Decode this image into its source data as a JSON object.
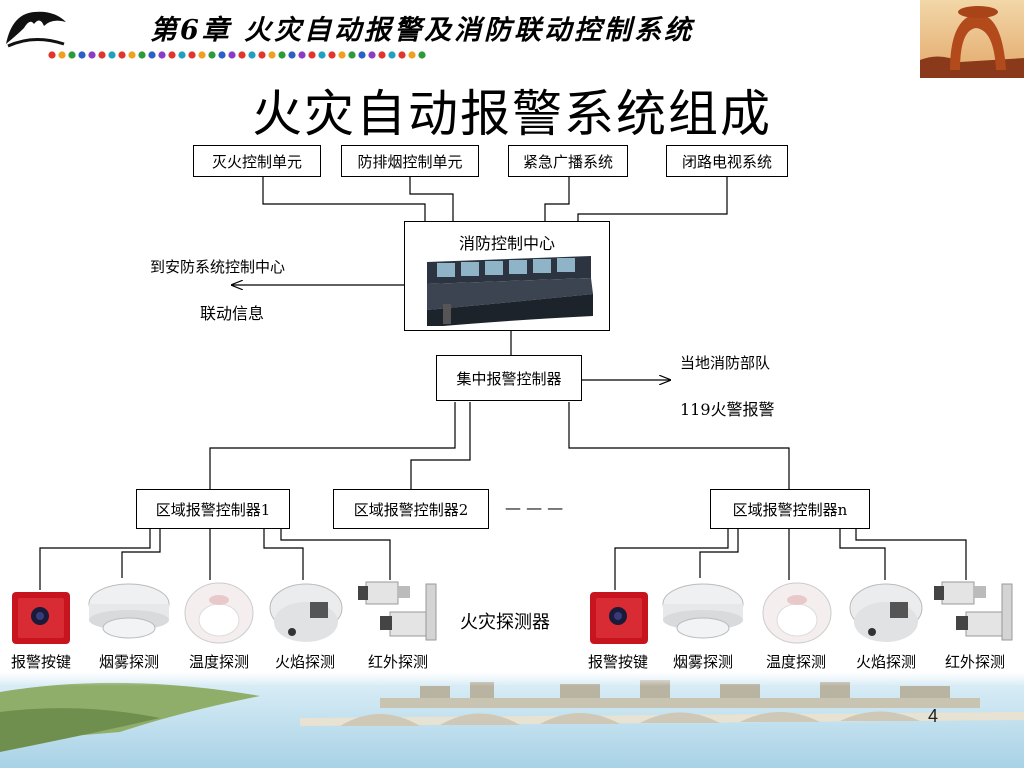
{
  "header": {
    "chapter_title": "第6章 火灾自动报警及消防联动控制系统"
  },
  "diagram": {
    "title": "火灾自动报警系统组成",
    "top_systems": [
      "灭火控制单元",
      "防排烟控制单元",
      "紧急广播系统",
      "闭路电视系统"
    ],
    "control_center": "消防控制中心",
    "to_security": "到安防系统控制中心",
    "linkage_info": "联动信息",
    "central_controller": "集中报警控制器",
    "local_fire_dept": "当地消防部队",
    "alarm_119": "119火警报警",
    "zone_controllers": [
      "区域报警控制器1",
      "区域报警控制器2",
      "区域报警控制器n"
    ],
    "ellipsis": "— — —",
    "detectors_label": "火灾探测器",
    "devices_left": [
      "报警按键",
      "烟雾探测",
      "温度探测",
      "火焰探测",
      "红外探测"
    ],
    "devices_right": [
      "报警按键",
      "烟雾探测",
      "温度探测",
      "火焰探测",
      "红外探测"
    ]
  },
  "footer": {
    "page_number": "4"
  },
  "colors": {
    "lines": "#000000",
    "alarm_button": "#c8141e",
    "sky": "#bfe0f0"
  }
}
